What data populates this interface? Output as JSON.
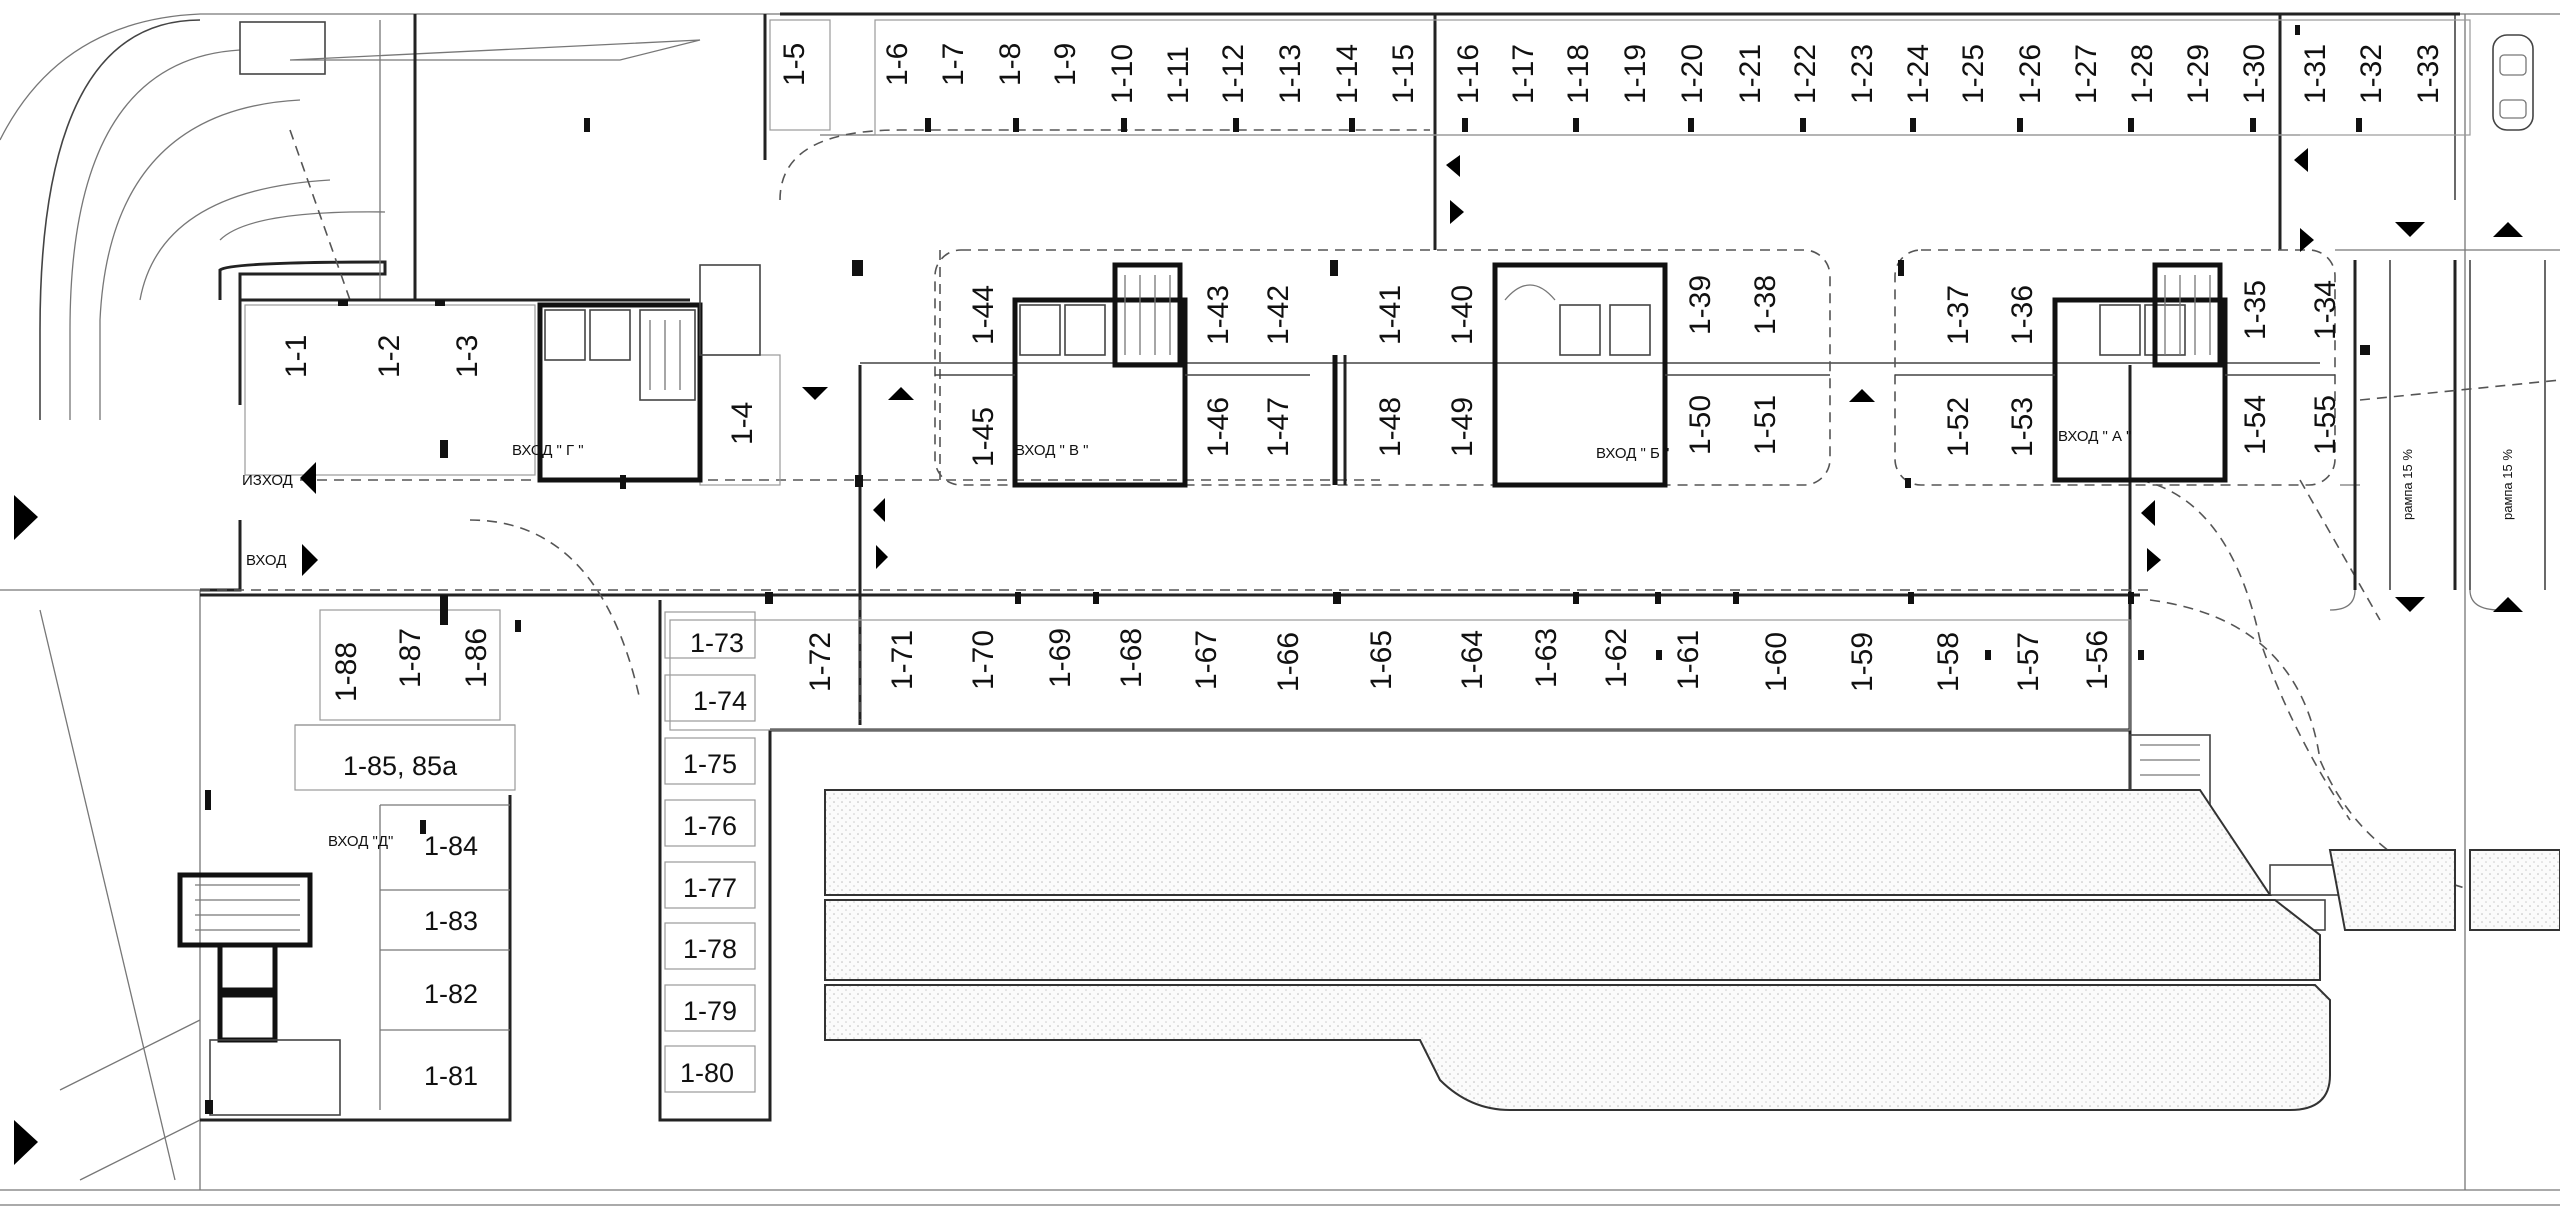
{
  "plan": {
    "spots": {
      "top_row": [
        "1-5",
        "1-6",
        "1-7",
        "1-8",
        "1-9",
        "1-10",
        "1-11",
        "1-12",
        "1-13",
        "1-14",
        "1-15",
        "1-16",
        "1-17",
        "1-18",
        "1-19",
        "1-20",
        "1-21",
        "1-22",
        "1-23",
        "1-24",
        "1-25",
        "1-26",
        "1-27",
        "1-28",
        "1-29",
        "1-30",
        "1-31",
        "1-32",
        "1-33"
      ],
      "left_block": [
        "1-1",
        "1-2",
        "1-3",
        "1-4"
      ],
      "block_v": [
        "1-44",
        "1-43",
        "1-42",
        "1-45",
        "1-46",
        "1-47"
      ],
      "block_b": [
        "1-41",
        "1-40",
        "1-39",
        "1-38",
        "1-48",
        "1-49",
        "1-50",
        "1-51"
      ],
      "block_a": [
        "1-37",
        "1-36",
        "1-35",
        "1-34",
        "1-52",
        "1-53",
        "1-54",
        "1-55"
      ],
      "middle_row": [
        "1-88",
        "1-87",
        "1-86",
        "1-72",
        "1-71",
        "1-70",
        "1-69",
        "1-68",
        "1-67",
        "1-66",
        "1-65",
        "1-64",
        "1-63",
        "1-62",
        "1-61",
        "1-60",
        "1-59",
        "1-58",
        "1-57",
        "1-56"
      ],
      "stack_short": [
        "1-73",
        "1-74"
      ],
      "column_right": [
        "1-75",
        "1-76",
        "1-77",
        "1-78",
        "1-79",
        "1-80"
      ],
      "column_left": [
        "1-85, 85а",
        "1-84",
        "1-83",
        "1-82",
        "1-81"
      ]
    },
    "labels": {
      "exit": "ИЗХОД",
      "entry": "ВХОД",
      "entrance_g": "ВХОД \" Г \"",
      "entrance_v": "ВХОД \" В \"",
      "entrance_b": "ВХОД \" Б \"",
      "entrance_a": "ВХОД \" А \"",
      "entrance_d": "ВХОД \"Д\"",
      "ramp_1": "рампа 15 %",
      "ramp_2": "рампа 15 %"
    }
  }
}
